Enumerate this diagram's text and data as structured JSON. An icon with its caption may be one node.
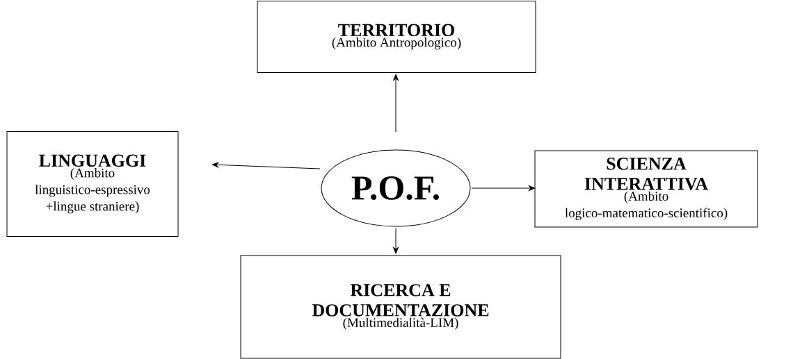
{
  "diagram": {
    "nodes": [
      {
        "text": [
          "P.O.F."
        ]
      },
      {
        "text": [
          "TERRITORIO",
          "(Ambito Antropologico)"
        ]
      },
      {
        "text": [
          "LINGUAGGI",
          "(Ambito linguistico-espressivo +lingue straniere)"
        ]
      },
      {
        "text": [
          "SCIENZA INTERATTIVA",
          "(Ambito logico-matematico-scientifico)"
        ]
      },
      {
        "text": [
          "RICERCA E DOCUMENTAZIONE",
          "(Multimedialità-LIM)"
        ]
      }
    ],
    "edges": [
      {
        "from": 0,
        "to": 1,
        "arrow": "to"
      },
      {
        "from": 0,
        "to": 2,
        "arrow": "to"
      },
      {
        "from": 0,
        "to": 3,
        "arrow": "to"
      },
      {
        "from": 0,
        "to": 4,
        "arrow": "to"
      }
    ]
  }
}
